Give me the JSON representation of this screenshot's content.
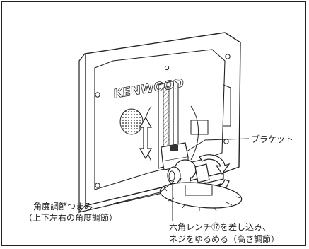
{
  "logo_text": "KENWOOD",
  "labels": {
    "bracket": "ブラケット",
    "angle_adjust_line1": "角度調節つまみ",
    "angle_adjust_line2": "（上下左右の角度調節）",
    "hex_wrench_line1": "六角レンチ⑰を差し込み、",
    "hex_wrench_line2": "ネジをゆるめる（高さ調節）"
  },
  "colors": {
    "line": "#222222",
    "panel_fill": "#ffffff",
    "shade": "#9a9a9a",
    "arrow": "#555555"
  }
}
